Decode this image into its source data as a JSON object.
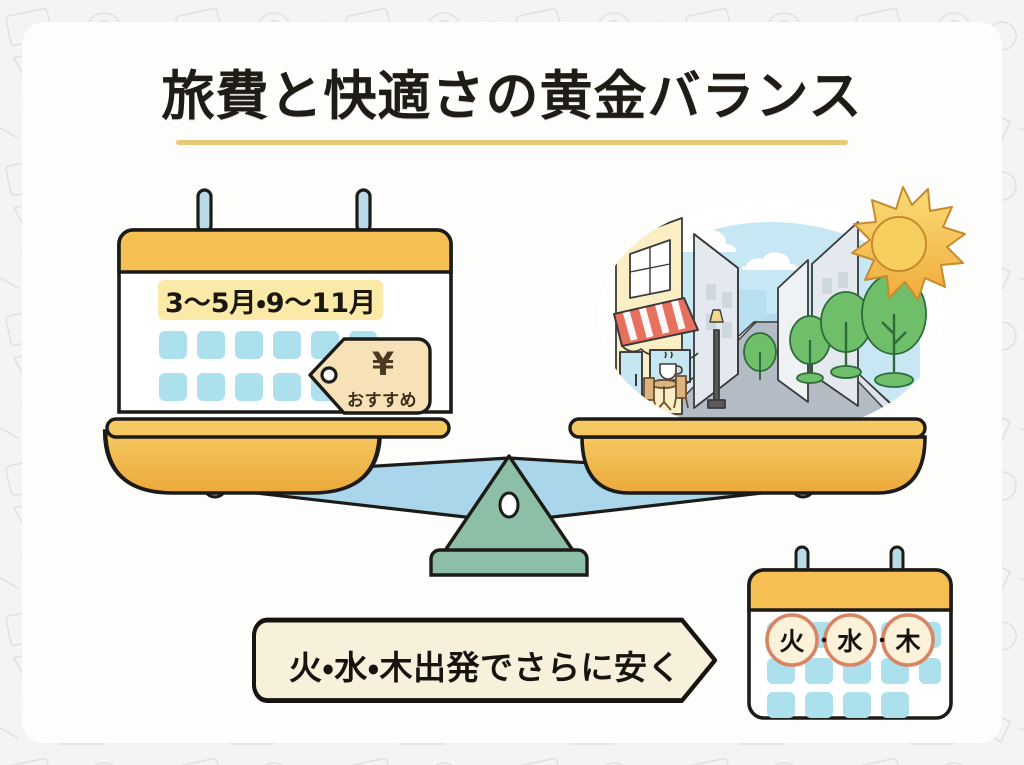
{
  "page": {
    "title": "旅費と快適さの黄金バランス",
    "background_color": "#f3f4f5",
    "card_color": "#fdfdfc",
    "title_rule_color": "#e8c977"
  },
  "left_pan": {
    "calendar": {
      "name": "season-calendar",
      "header_color": "#f5bf52",
      "ring_color": "#b9dbe8",
      "highlight_band_color": "#fbeaa7",
      "day_cell_color": "#ade0ed",
      "month_label": "3〜5月・9〜11月",
      "day_rows": 2,
      "day_columns": 6
    },
    "price_tag": {
      "name": "recommend-price-tag",
      "fill_color": "#f7e2b8",
      "currency_symbol": "¥",
      "label": "おすすめ"
    }
  },
  "right_pan": {
    "scene": {
      "name": "townscape-illustration",
      "sky_color": "#bfe3f2",
      "backdrop_color": "#fae9bd",
      "sun_color": "#f7cf5e",
      "sun_ray_color": "#f0a93c",
      "road_color": "#b3bcc4",
      "tree_color": "#6fbf6a",
      "awning_color": "#e8705e",
      "shop_color": "#faeec4",
      "cloud_color": "#ffffff",
      "elements": [
        "cafe",
        "awning",
        "coffee-cup-sign",
        "table-and-chairs",
        "street-lamp",
        "buildings",
        "trees",
        "sun",
        "clouds",
        "road"
      ]
    }
  },
  "balance": {
    "name": "balance-scale",
    "pan_color": "#f3bd50",
    "pan_shade_color": "#e8a83c",
    "beam_color": "#a9d6ea",
    "fulcrum_color": "#8cbfa5",
    "joint_color": "#8cbfa5",
    "outline_color": "#1d1b17"
  },
  "callout": {
    "name": "departure-tip-callout",
    "text": "火・水・木出発でさらに安く",
    "fill_color": "#f7f1dc",
    "border_color": "#17140f",
    "tail_direction": "right"
  },
  "day_calendar": {
    "name": "weekday-calendar",
    "header_color": "#f5bf52",
    "ring_color": "#b9dbe8",
    "day_cell_color": "#ade0ed",
    "circle_stroke_color": "#d98463",
    "circle_fill_color": "#fbf2d9",
    "days": [
      "火",
      "水",
      "木"
    ],
    "separator": "・",
    "rows": 3,
    "columns": 5
  }
}
